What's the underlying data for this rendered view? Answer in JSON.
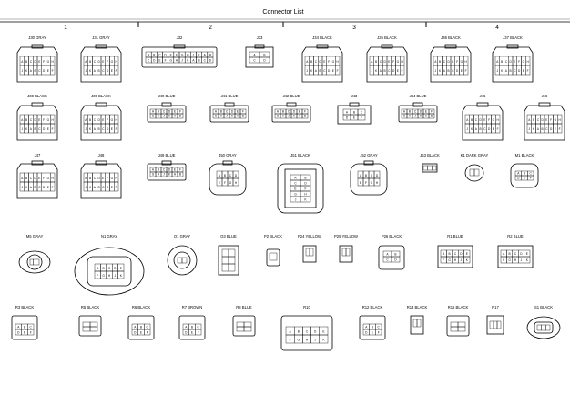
{
  "title": "Connector List",
  "zones": [
    "1",
    "2",
    "3",
    "4"
  ],
  "connectors": [
    {
      "label": "J30 GRAY",
      "kind": "big",
      "cells": 16
    },
    {
      "label": "J31 GRAY",
      "kind": "big",
      "cells": 16
    },
    {
      "label": "J32",
      "kind": "wide",
      "cells": 24
    },
    {
      "label": "J33",
      "kind": "small4",
      "cells": 4
    },
    {
      "label": "J34 BLACK",
      "kind": "big",
      "cells": 16
    },
    {
      "label": "J35 BLACK",
      "kind": "big",
      "cells": 16
    },
    {
      "label": "J36 BLACK",
      "kind": "big",
      "cells": 16
    },
    {
      "label": "J37 BLACK",
      "kind": "big",
      "cells": 16
    },
    {
      "label": "J38 BLACK",
      "kind": "big",
      "cells": 16
    },
    {
      "label": "J39 BLACK",
      "kind": "big",
      "cells": 16
    },
    {
      "label": "J40 BLUE",
      "kind": "med",
      "cells": 12
    },
    {
      "label": "J41 BLUE",
      "kind": "med",
      "cells": 12
    },
    {
      "label": "J42 BLUE",
      "kind": "med",
      "cells": 12
    },
    {
      "label": "J43",
      "kind": "small6",
      "cells": 6
    },
    {
      "label": "J44 BLUE",
      "kind": "med",
      "cells": 10
    },
    {
      "label": "J45",
      "kind": "big",
      "cells": 16
    },
    {
      "label": "J46",
      "kind": "big",
      "cells": 16
    },
    {
      "label": "J47",
      "kind": "big",
      "cells": 16
    },
    {
      "label": "J48",
      "kind": "big",
      "cells": 16
    },
    {
      "label": "J49 BLUE",
      "kind": "med",
      "cells": 12
    },
    {
      "label": "J50 GRAY",
      "kind": "round8",
      "cells": 8
    },
    {
      "label": "J51 BLACK",
      "kind": "bigsq",
      "cells": 10
    },
    {
      "label": "J52 GRAY",
      "kind": "round8",
      "cells": 8
    },
    {
      "label": "J53 BLACK",
      "kind": "tiny",
      "cells": 3
    },
    {
      "label": "K1 DARK GRAY",
      "kind": "oval",
      "cells": 2
    },
    {
      "label": "M1 BLACK",
      "kind": "roundsm",
      "cells": 6
    },
    {
      "label": "M5 GRAY",
      "kind": "flange",
      "cells": 3
    },
    {
      "label": "N1 GRAY",
      "kind": "flangebig",
      "cells": 10
    },
    {
      "label": "O1 GRAY",
      "kind": "round",
      "cells": 3
    },
    {
      "label": "O3 BLUE",
      "kind": "tall",
      "cells": 6
    },
    {
      "label": "P2 BLACK",
      "kind": "p2",
      "cells": 2
    },
    {
      "label": "P24 YELLOW",
      "kind": "plug2",
      "cells": 2
    },
    {
      "label": "P25 YELLOW",
      "kind": "plug2",
      "cells": 2
    },
    {
      "label": "P26 BLACK",
      "kind": "q",
      "cells": 4
    },
    {
      "label": "R1 BLUE",
      "kind": "r",
      "cells": 10
    },
    {
      "label": "R2 BLUE",
      "kind": "r",
      "cells": 10
    },
    {
      "label": "R3 BLACK",
      "kind": "s",
      "cells": 6
    },
    {
      "label": "R5 BLACK",
      "kind": "s2",
      "cells": 4
    },
    {
      "label": "R6 BLACK",
      "kind": "s",
      "cells": 6
    },
    {
      "label": "R7 BROWN",
      "kind": "s",
      "cells": 6
    },
    {
      "label": "R8 BLUE",
      "kind": "s2",
      "cells": 4
    },
    {
      "label": "R10",
      "kind": "r10",
      "cells": 10
    },
    {
      "label": "R12 BLACK",
      "kind": "s",
      "cells": 6
    },
    {
      "label": "R13 BLACK",
      "kind": "tiny2",
      "cells": 2
    },
    {
      "label": "R16 BLACK",
      "kind": "s2",
      "cells": 4
    },
    {
      "label": "R17",
      "kind": "s3",
      "cells": 3
    },
    {
      "label": "S1 BLACK",
      "kind": "ovalbig",
      "cells": 3
    }
  ]
}
